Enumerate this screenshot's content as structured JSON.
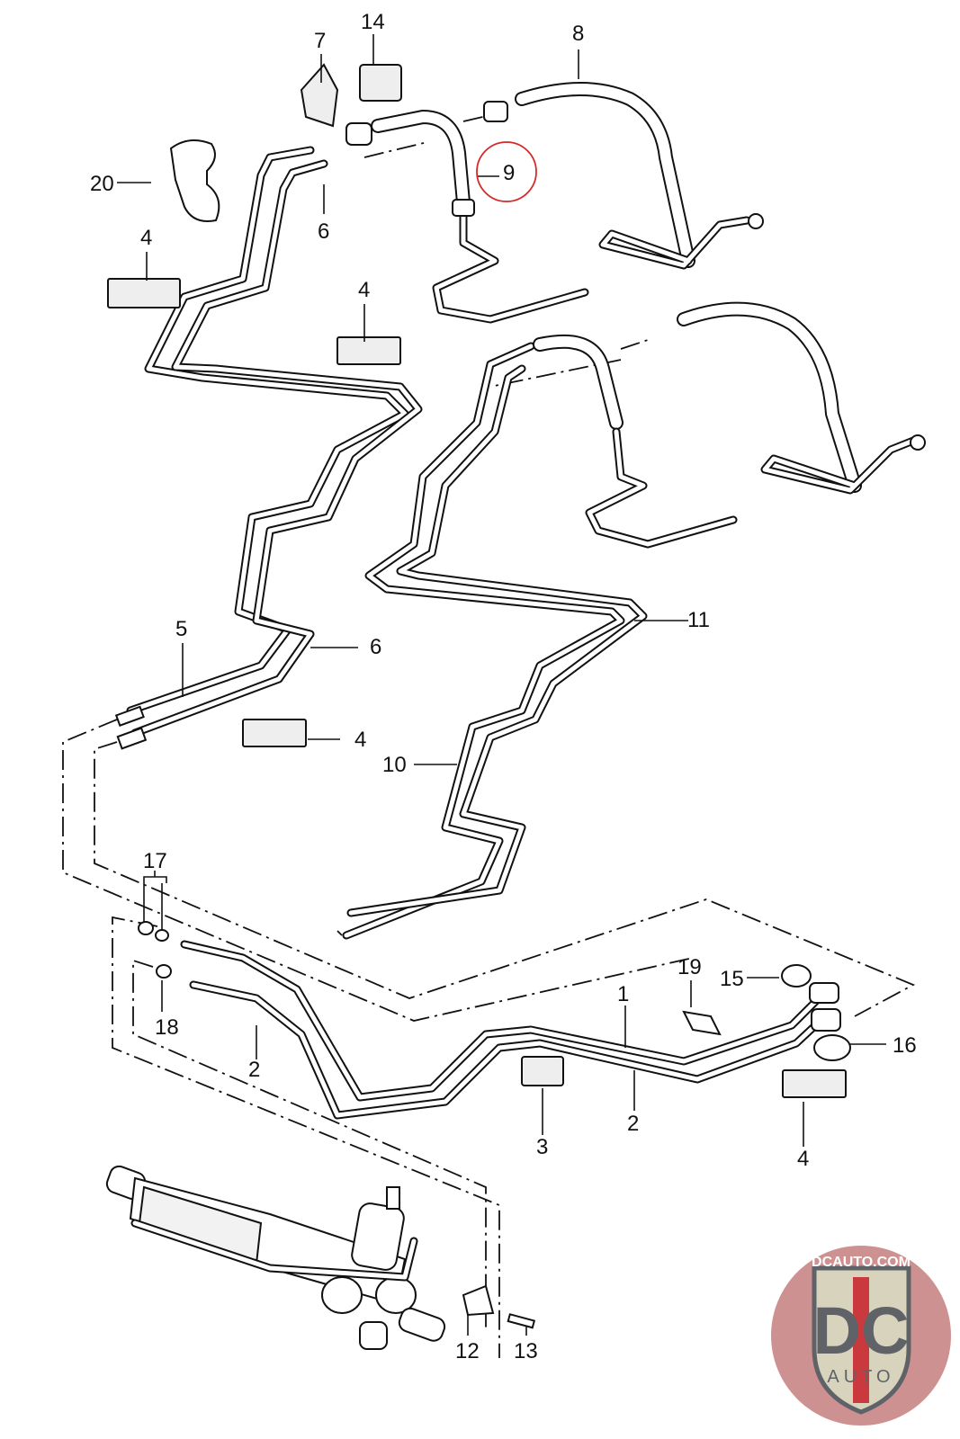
{
  "diagram": {
    "title": "Power steering lines exploded parts diagram",
    "highlight_color": "#d42a2a",
    "highlighted_callout": "9",
    "callouts": [
      {
        "id": "c1",
        "label": "1"
      },
      {
        "id": "c2a",
        "label": "2"
      },
      {
        "id": "c2b",
        "label": "2"
      },
      {
        "id": "c3",
        "label": "3"
      },
      {
        "id": "c4a",
        "label": "4"
      },
      {
        "id": "c4b",
        "label": "4"
      },
      {
        "id": "c4c",
        "label": "4"
      },
      {
        "id": "c4d",
        "label": "4"
      },
      {
        "id": "c5",
        "label": "5"
      },
      {
        "id": "c6a",
        "label": "6"
      },
      {
        "id": "c6b",
        "label": "6"
      },
      {
        "id": "c7",
        "label": "7"
      },
      {
        "id": "c8",
        "label": "8"
      },
      {
        "id": "c9",
        "label": "9"
      },
      {
        "id": "c10",
        "label": "10"
      },
      {
        "id": "c11",
        "label": "11"
      },
      {
        "id": "c12",
        "label": "12"
      },
      {
        "id": "c13",
        "label": "13"
      },
      {
        "id": "c14",
        "label": "14"
      },
      {
        "id": "c15",
        "label": "15"
      },
      {
        "id": "c16",
        "label": "16"
      },
      {
        "id": "c17",
        "label": "17"
      },
      {
        "id": "c18",
        "label": "18"
      },
      {
        "id": "c19",
        "label": "19"
      },
      {
        "id": "c20",
        "label": "20"
      }
    ]
  },
  "watermark": {
    "top_text": "DCAUTO.COM",
    "main_text": "DC",
    "sub_text": "AUTO",
    "colors": {
      "circle": "#c98585",
      "shield": "#d8d3bd",
      "letters": "#5f6368",
      "stripe": "#c9393d"
    }
  }
}
